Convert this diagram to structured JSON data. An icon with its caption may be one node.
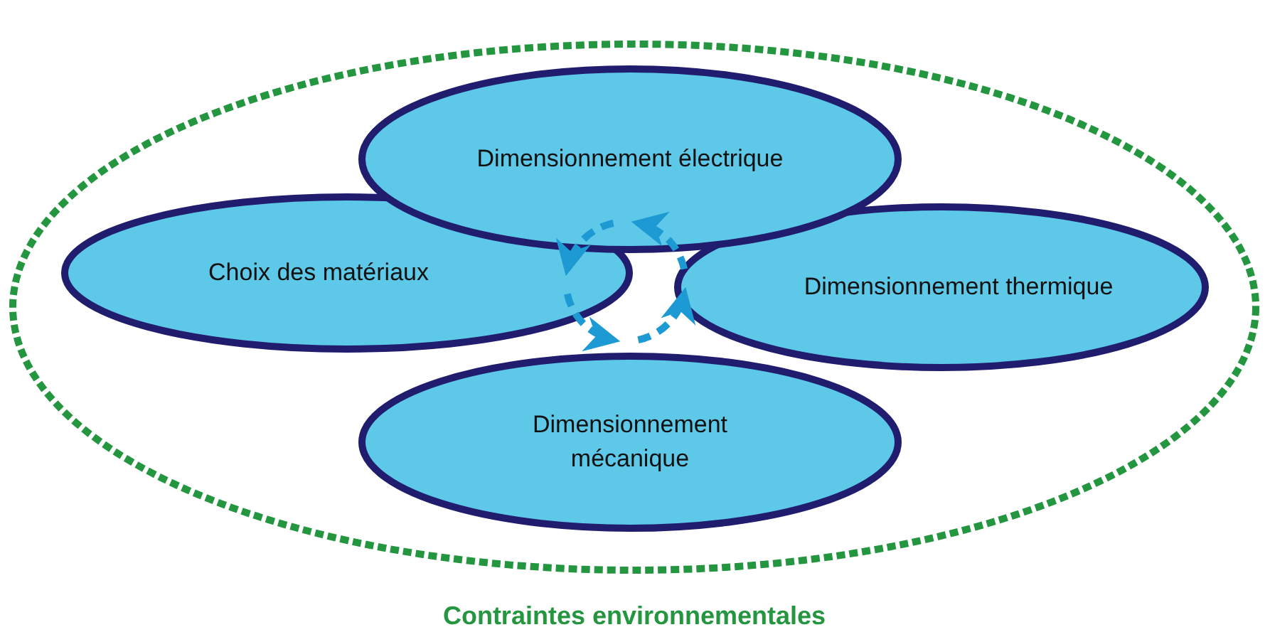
{
  "diagram": {
    "nodes": [
      {
        "text": [
          "Contraintes environnementales"
        ]
      },
      {
        "text": [
          "Dimensionnement électrique"
        ],
        "in": 0
      },
      {
        "text": [
          "Choix des matériaux"
        ],
        "in": 0
      },
      {
        "text": [
          "Dimensionnement thermique"
        ],
        "in": 0
      },
      {
        "text": [
          "Dimensionnement mécanique"
        ],
        "in": 0
      }
    ],
    "edges": [
      {
        "from": 1,
        "to": 2,
        "arrow": "to",
        "style": "dashed"
      },
      {
        "from": 2,
        "to": 4,
        "arrow": "to",
        "style": "dashed"
      },
      {
        "from": 4,
        "to": 3,
        "arrow": "to",
        "style": "dashed"
      },
      {
        "from": 3,
        "to": 1,
        "arrow": "to",
        "style": "dashed"
      }
    ]
  }
}
